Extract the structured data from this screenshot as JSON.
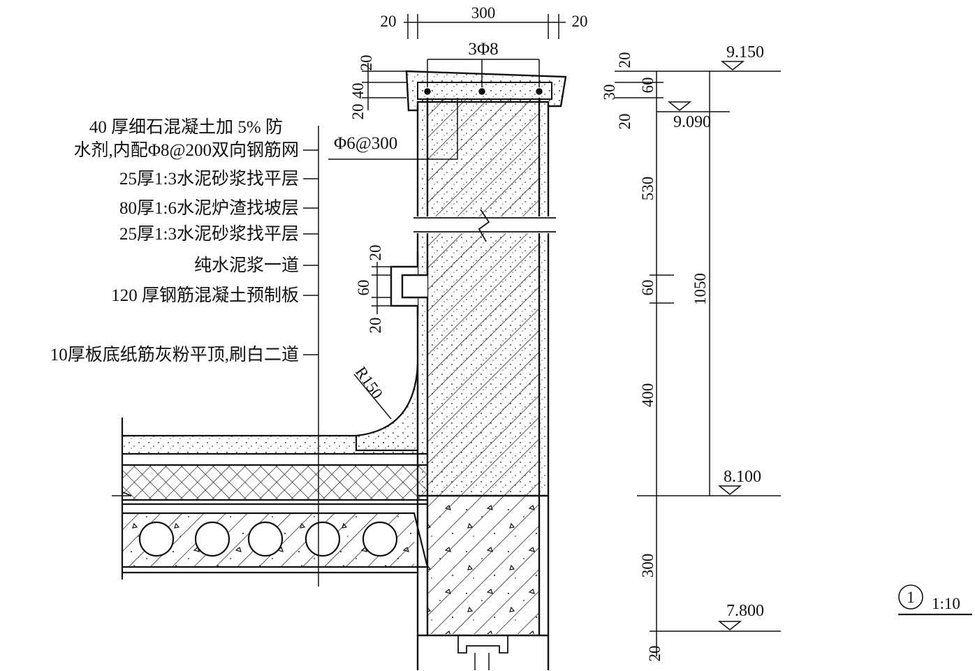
{
  "layer_labels": [
    "40 厚细石混凝土加 5% 防",
    "水剂,内配Φ8@200双向钢筋网",
    "25厚1:3水泥砂浆找平层",
    "80厚1:6水泥炉渣找坡层",
    "25厚1:3水泥砂浆找平层",
    "纯水泥浆一道",
    "120 厚钢筋混凝土预制板",
    "10厚板底纸筋灰粉平顶,刷白二道"
  ],
  "rebar": {
    "top": "3Φ8",
    "stirrup": "Φ6@300"
  },
  "radius_label": "R150",
  "dims_top": [
    "20",
    "300",
    "20"
  ],
  "dims_cap_left": [
    "20",
    "40",
    "20"
  ],
  "dims_drip_left": [
    "20",
    "60",
    "20"
  ],
  "dims_right_inner": [
    "20",
    "30",
    "60",
    "20",
    "530",
    "60",
    "400",
    "300",
    "20"
  ],
  "dim_total": "1050",
  "elevations": [
    "9.150",
    "9.090",
    "8.100",
    "7.800"
  ],
  "detail": {
    "number": "1",
    "scale": "1:10"
  }
}
